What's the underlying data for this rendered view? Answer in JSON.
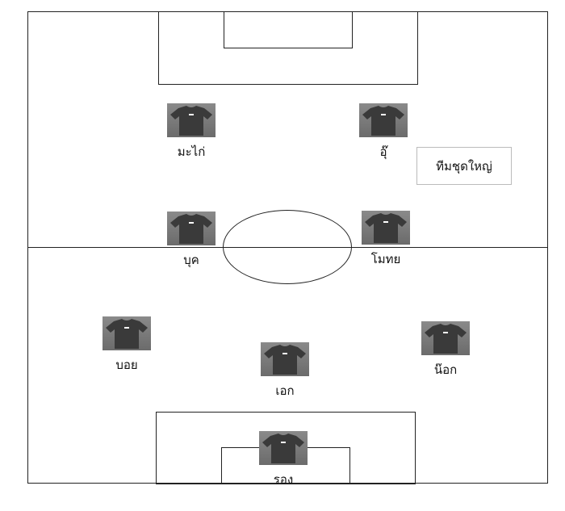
{
  "team_label": "ทีมชุดใหญ่",
  "players": [
    {
      "id": "makai",
      "name": "มะไก่"
    },
    {
      "id": "ou",
      "name": "อุ๊"
    },
    {
      "id": "buk",
      "name": "บุค"
    },
    {
      "id": "motai",
      "name": "โมทย"
    },
    {
      "id": "boy",
      "name": "บอย"
    },
    {
      "id": "ake",
      "name": "เอก"
    },
    {
      "id": "nok",
      "name": "น๊อก"
    },
    {
      "id": "rong",
      "name": "รอง"
    }
  ],
  "icons": {
    "player": "shirt-icon"
  }
}
